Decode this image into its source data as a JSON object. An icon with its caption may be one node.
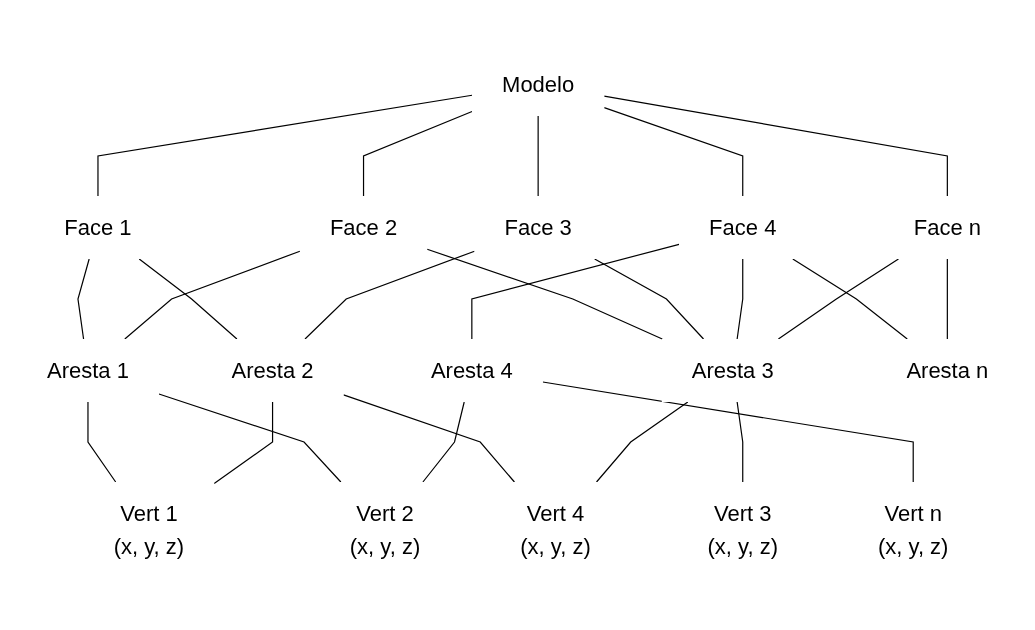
{
  "diagram": {
    "nodes": [
      {
        "text": [
          "Modelo"
        ]
      },
      {
        "text": [
          "Face 1"
        ]
      },
      {
        "text": [
          "Face 2"
        ]
      },
      {
        "text": [
          "Face 3"
        ]
      },
      {
        "text": [
          "Face 4"
        ]
      },
      {
        "text": [
          "Face n"
        ]
      },
      {
        "text": [
          "Aresta 1"
        ]
      },
      {
        "text": [
          "Aresta 2"
        ]
      },
      {
        "text": [
          "Aresta 3"
        ]
      },
      {
        "text": [
          "Aresta 4"
        ]
      },
      {
        "text": [
          "Aresta n"
        ]
      },
      {
        "text": [
          "Vert 1",
          "(x, y, z)"
        ]
      },
      {
        "text": [
          "Vert 2",
          "(x, y, z)"
        ]
      },
      {
        "text": [
          "Vert 3",
          "(x, y, z)"
        ]
      },
      {
        "text": [
          "Vert 4",
          "(x, y, z)"
        ]
      },
      {
        "text": [
          "Vert n",
          "(x, y, z)"
        ]
      }
    ],
    "edges": [
      {
        "from": 0,
        "to": 1,
        "arrow": "none"
      },
      {
        "from": 0,
        "to": 2,
        "arrow": "none"
      },
      {
        "from": 0,
        "to": 3,
        "arrow": "none"
      },
      {
        "from": 0,
        "to": 4,
        "arrow": "none"
      },
      {
        "from": 0,
        "to": 5,
        "arrow": "none"
      },
      {
        "from": 1,
        "to": 6,
        "arrow": "none"
      },
      {
        "from": 1,
        "to": 7,
        "arrow": "none"
      },
      {
        "from": 2,
        "to": 6,
        "arrow": "none"
      },
      {
        "from": 2,
        "to": 8,
        "arrow": "none"
      },
      {
        "from": 3,
        "to": 7,
        "arrow": "none"
      },
      {
        "from": 3,
        "to": 8,
        "arrow": "none"
      },
      {
        "from": 4,
        "to": 8,
        "arrow": "none"
      },
      {
        "from": 4,
        "to": 9,
        "arrow": "none"
      },
      {
        "from": 4,
        "to": 10,
        "arrow": "none"
      },
      {
        "from": 5,
        "to": 8,
        "arrow": "none"
      },
      {
        "from": 5,
        "to": 10,
        "arrow": "none"
      },
      {
        "from": 6,
        "to": 11,
        "arrow": "none"
      },
      {
        "from": 6,
        "to": 12,
        "arrow": "none"
      },
      {
        "from": 7,
        "to": 11,
        "arrow": "none"
      },
      {
        "from": 7,
        "to": 14,
        "arrow": "none"
      },
      {
        "from": 8,
        "to": 13,
        "arrow": "none"
      },
      {
        "from": 8,
        "to": 14,
        "arrow": "none"
      },
      {
        "from": 9,
        "to": 12,
        "arrow": "none"
      },
      {
        "from": 9,
        "to": 15,
        "arrow": "none"
      }
    ]
  }
}
